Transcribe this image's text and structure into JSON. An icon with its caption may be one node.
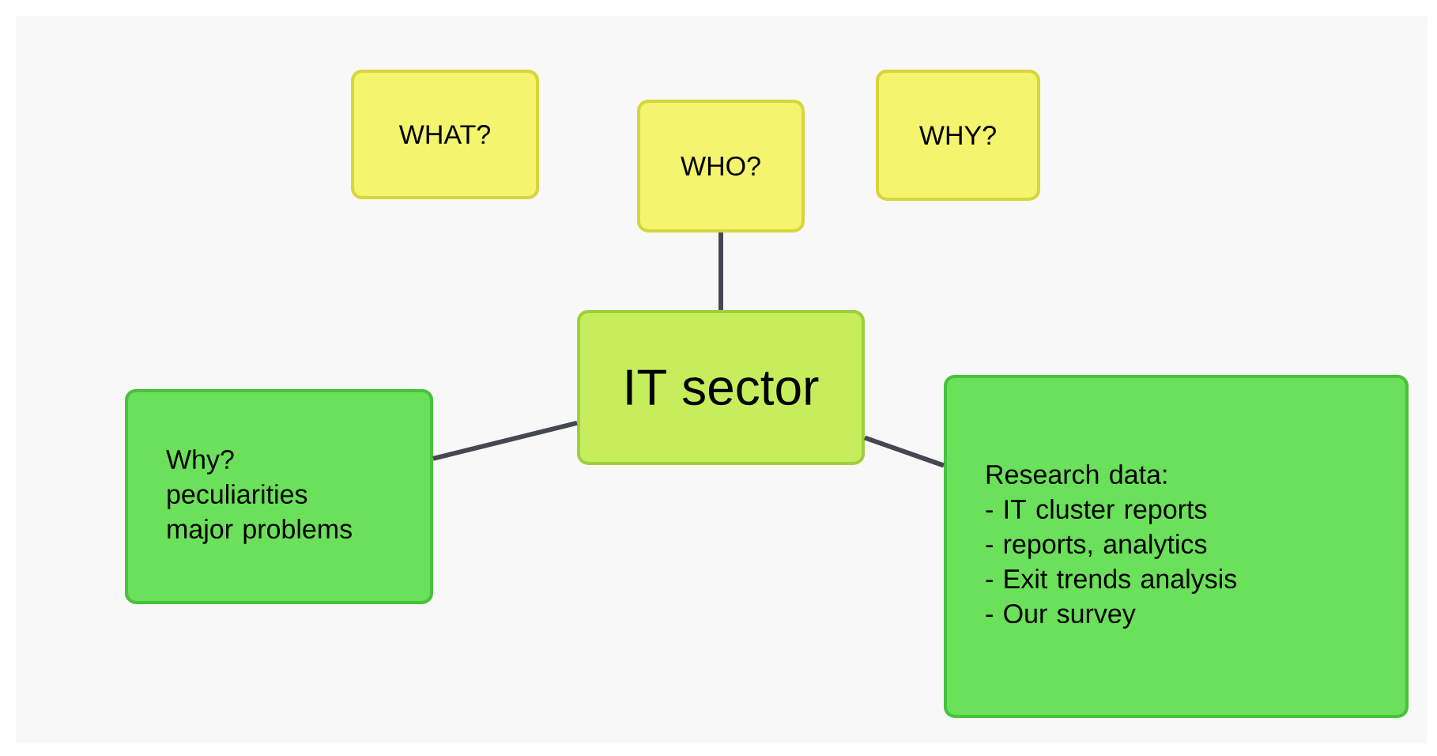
{
  "diagram": {
    "nodes": [
      {
        "text": [
          "WHAT?"
        ]
      },
      {
        "text": [
          "WHO?"
        ]
      },
      {
        "text": [
          "WHY?"
        ]
      },
      {
        "text": [
          "IT sector"
        ]
      },
      {
        "text": [
          "Why?",
          "peculiarities",
          "major problems"
        ]
      },
      {
        "text": [
          "Research data:",
          "- IT cluster reports",
          "- reports, analytics",
          "- Exit trends analysis",
          "- Our survey"
        ]
      }
    ],
    "edges": [
      {
        "from": 3,
        "to": 1,
        "arrow": "none"
      },
      {
        "from": 3,
        "to": 4,
        "arrow": "none"
      },
      {
        "from": 3,
        "to": 5,
        "arrow": "none"
      }
    ]
  }
}
